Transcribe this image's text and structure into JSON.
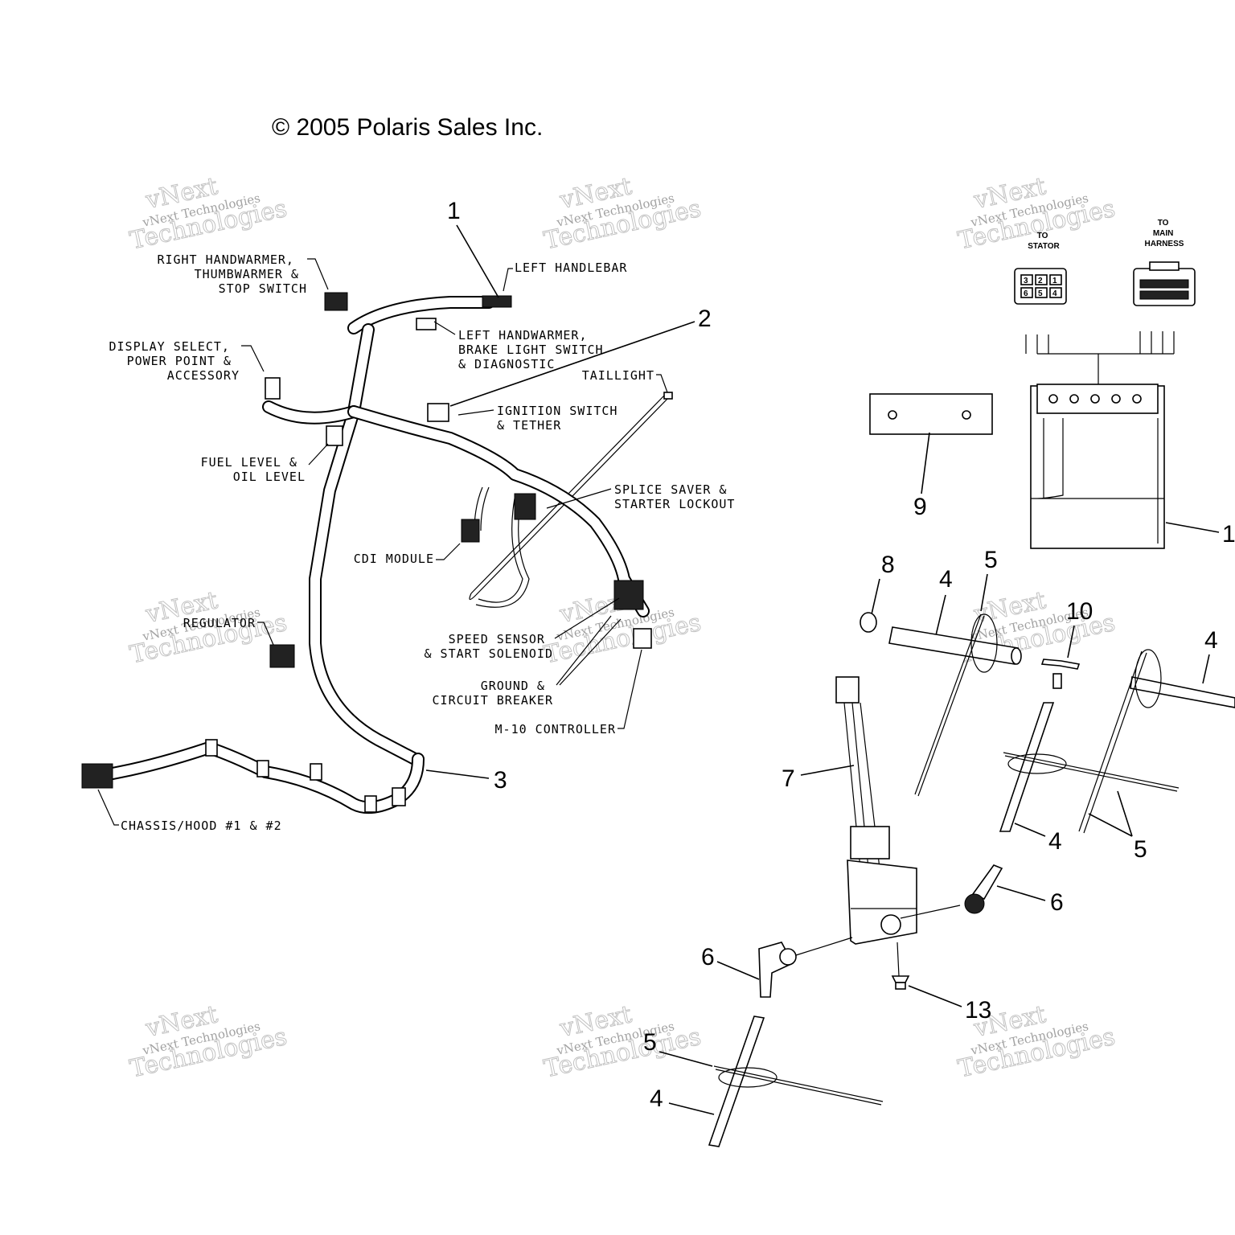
{
  "copyright": "© 2005 Polaris Sales Inc.",
  "watermark": {
    "line1": "vNext Technologies",
    "line2": "vNext",
    "line3": "Technologies"
  },
  "callouts": {
    "c1": "1",
    "c2": "2",
    "c3": "3",
    "c9": "9",
    "c11": "1",
    "c8": "8",
    "c4a": "4",
    "c5a": "5",
    "c10": "10",
    "c4b": "4",
    "c7": "7",
    "c4c": "4",
    "c5b": "5",
    "c6a": "6",
    "c6b": "6",
    "c13": "13",
    "c5c": "5",
    "c4d": "4"
  },
  "labels": {
    "right_handwarmer": [
      "RIGHT HANDWARMER,",
      "THUMBWARMER &",
      "STOP SWITCH"
    ],
    "left_handlebar": "LEFT HANDLEBAR",
    "left_handwarmer": [
      "LEFT HANDWARMER,",
      "BRAKE LIGHT SWITCH",
      "& DIAGNOSTIC"
    ],
    "display_select": [
      "DISPLAY SELECT,",
      "POWER POINT &",
      "ACCESSORY"
    ],
    "taillight": "TAILLIGHT",
    "ignition": [
      "IGNITION SWITCH",
      "& TETHER"
    ],
    "fuel_level": [
      "FUEL LEVEL &",
      "OIL LEVEL"
    ],
    "splice_saver": [
      "SPLICE SAVER &",
      "STARTER LOCKOUT"
    ],
    "cdi_module": "CDI MODULE",
    "regulator": "REGULATOR",
    "speed_sensor": [
      "SPEED SENSOR",
      "& START SOLENOID"
    ],
    "ground": [
      "GROUND &",
      "CIRCUIT BREAKER"
    ],
    "m10": "M-10 CONTROLLER",
    "chassis": "CHASSIS/HOOD #1 & #2"
  },
  "connectors": {
    "to_stator": [
      "TO",
      "STATOR"
    ],
    "to_main": [
      "TO",
      "MAIN",
      "HARNESS"
    ],
    "stator_pins_top": [
      "3",
      "2",
      "1"
    ],
    "stator_pins_bottom": [
      "6",
      "5",
      "4"
    ]
  }
}
